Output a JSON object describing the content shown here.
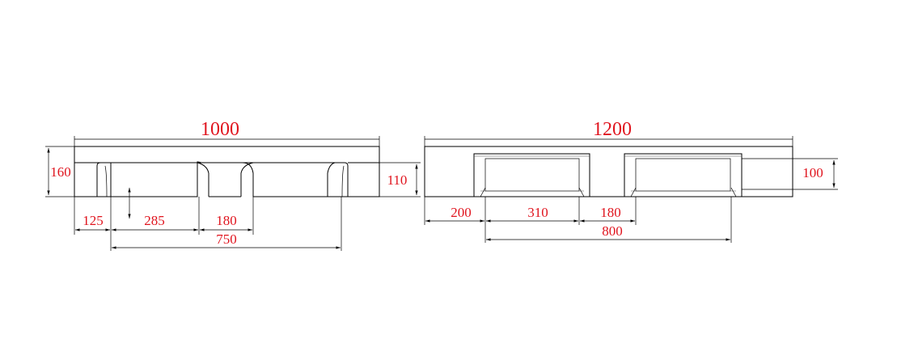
{
  "drawing": {
    "colors": {
      "dimension_text": "#e0141e",
      "line": "#000000",
      "background": "#ffffff"
    },
    "views": [
      {
        "name": "short-side-view",
        "dimensions": {
          "overall_width": "1000",
          "overall_height": "160",
          "deck_height": "110",
          "left_block": "125",
          "opening": "285",
          "center_block": "180",
          "span": "750"
        }
      },
      {
        "name": "long-side-view",
        "dimensions": {
          "overall_width": "1200",
          "deck_height": "100",
          "left_block": "200",
          "opening": "310",
          "center_block": "180",
          "span": "800"
        }
      }
    ]
  }
}
